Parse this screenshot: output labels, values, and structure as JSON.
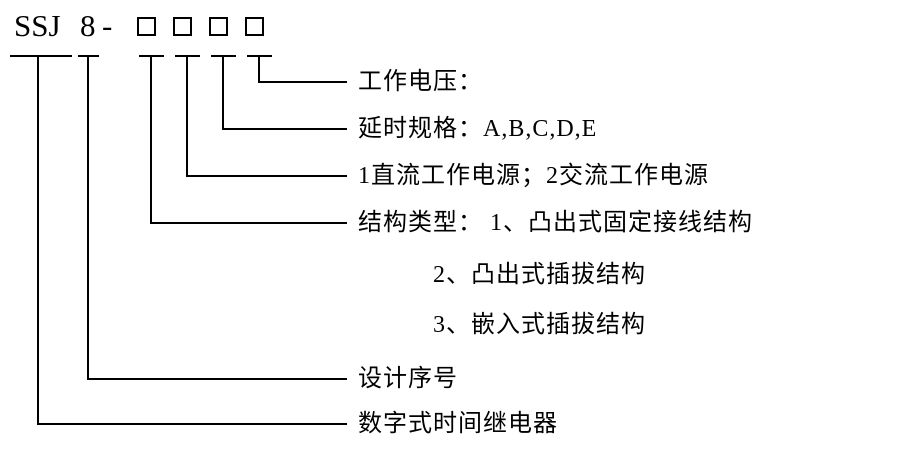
{
  "code": {
    "prefix": "SSJ",
    "series": "8",
    "separator": "-",
    "box_count": 4
  },
  "annotations": {
    "working_voltage": "工作电压：",
    "delay_spec": "延时规格：A,B,C,D,E",
    "power_supply": "1直流工作电源；2交流工作电源",
    "structure_type_line1": "结构类型： 1、凸出式固定接线结构",
    "structure_type_line2": "2、凸出式插拔结构",
    "structure_type_line3": "3、嵌入式插拔结构",
    "design_serial": "设计序号",
    "product_name": "数字式时间继电器"
  },
  "colors": {
    "line": "#000000",
    "text": "#000000",
    "background": "#ffffff"
  }
}
